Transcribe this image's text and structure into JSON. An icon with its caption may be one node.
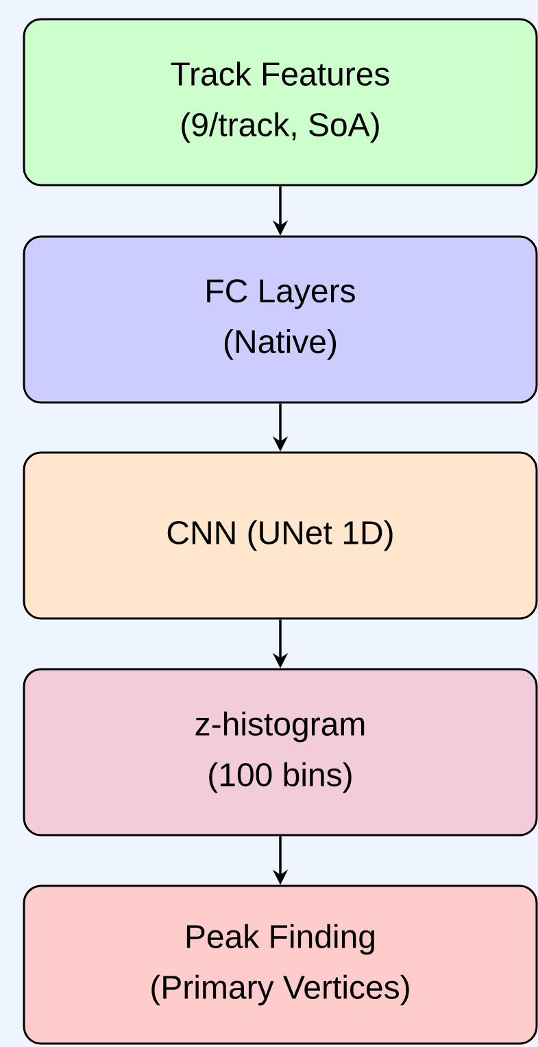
{
  "diagram": {
    "nodes": [
      {
        "text": [
          "Track Features",
          "(9/track, SoA)"
        ]
      },
      {
        "text": [
          "FC Layers",
          "(Native)"
        ]
      },
      {
        "text": [
          "CNN (UNet 1D)"
        ]
      },
      {
        "text": [
          "z-histogram",
          "(100 bins)"
        ]
      },
      {
        "text": [
          "Peak Finding",
          "(Primary Vertices)"
        ]
      }
    ],
    "edges": [
      {
        "from": 0,
        "to": 1,
        "arrow": "to"
      },
      {
        "from": 1,
        "to": 2,
        "arrow": "to"
      },
      {
        "from": 2,
        "to": 3,
        "arrow": "to"
      },
      {
        "from": 3,
        "to": 4,
        "arrow": "to"
      }
    ]
  }
}
